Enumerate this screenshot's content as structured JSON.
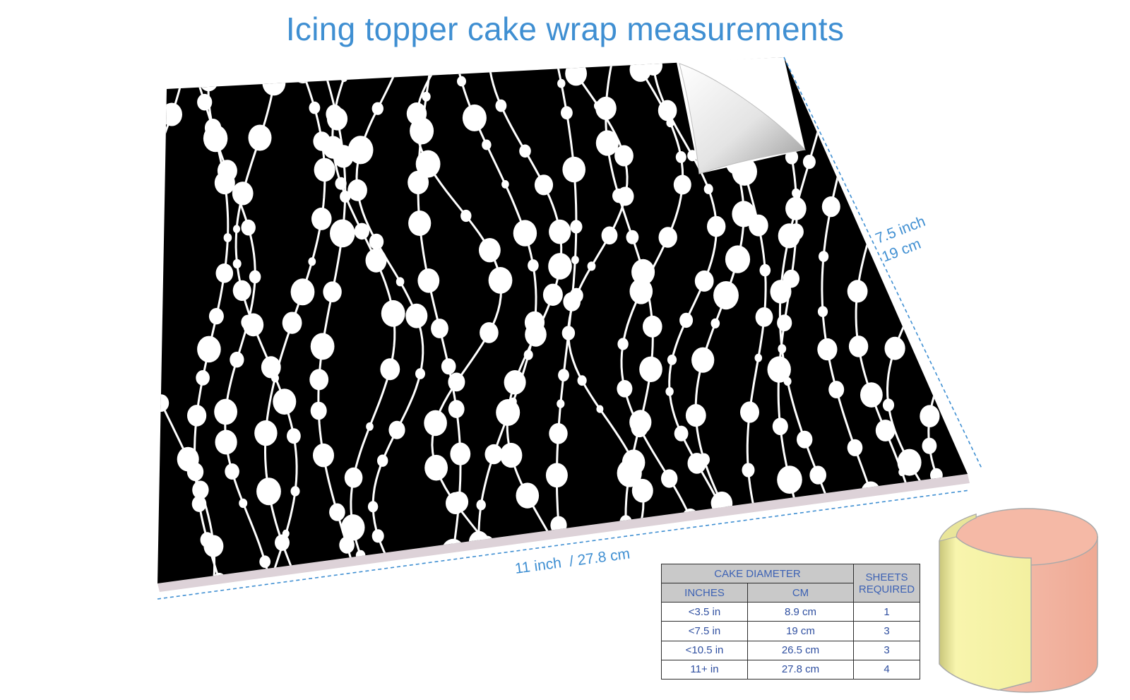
{
  "title": "Icing topper cake wrap measurements",
  "dimensions": {
    "width_label": "11 inch  / 27.8 cm",
    "height_label_inch": "7.5 inch",
    "height_label_cm": "19 cm"
  },
  "table": {
    "group_header": "CAKE DIAMETER",
    "sheets_header_line1": "SHEETS",
    "sheets_header_line2": "REQUIRED",
    "col_inches": "INCHES",
    "col_cm": "CM",
    "rows": [
      {
        "inches": "<3.5 in",
        "cm": "8.9 cm",
        "sheets": "1"
      },
      {
        "inches": "<7.5 in",
        "cm": "19 cm",
        "sheets": "3"
      },
      {
        "inches": "<10.5 in",
        "cm": "26.5 cm",
        "sheets": "3"
      },
      {
        "inches": "11+ in",
        "cm": "27.8 cm",
        "sheets": "4"
      }
    ]
  },
  "colors": {
    "accent": "#3f8fd2",
    "sheet": "#000000",
    "pattern": "#ffffff",
    "cake_wrap": "#f6f2a4",
    "cake_body": "#f2b3a0"
  }
}
